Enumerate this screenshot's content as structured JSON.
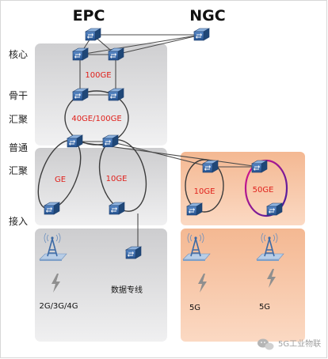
{
  "titles": {
    "epc": "EPC",
    "ngc": "NGC"
  },
  "layers": {
    "core": "核心",
    "backbone_1": "骨干",
    "backbone_2": "汇聚",
    "general_1": "普通",
    "general_2": "汇聚",
    "access": "接入"
  },
  "links": {
    "core_ring": "100GE",
    "backbone_ring": "40GE/100GE",
    "ge_ring": "GE",
    "ten_ge_ring": "10GE",
    "fiveg_10ge_ring": "10GE",
    "fiveg_50ge_ring": "50GE"
  },
  "terminals": {
    "legacy_bs": "2G/3G/4G",
    "data_line": "数据专线",
    "fiveg_a": "5G",
    "fiveg_b": "5G"
  },
  "watermark": {
    "text": "5G工业物联"
  },
  "colors": {
    "gray_panel": "#dadadb",
    "orange_panel": "#f8c7a9",
    "link_label": "#e0201b",
    "ring": "#3c3c3c",
    "router_blue": "#2f63a3",
    "tower_blue": "#4d7fb8"
  }
}
